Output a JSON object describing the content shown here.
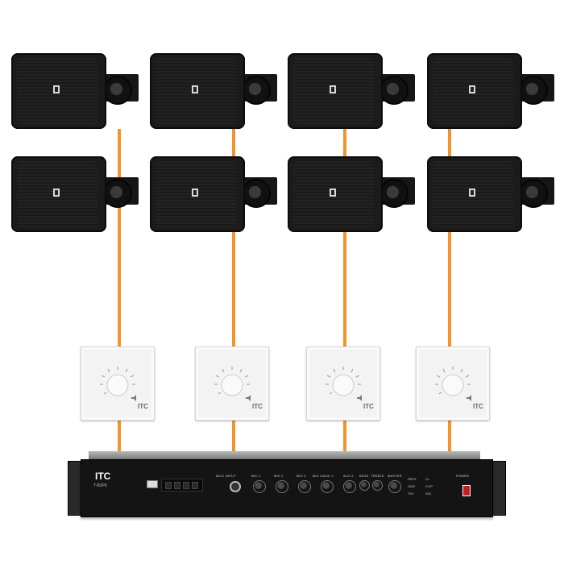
{
  "scene": {
    "background": "#ffffff",
    "wire_color": "#f5922a",
    "speaker_color": "#1b1b1b",
    "speakers_count": 8,
    "volume_controls_count": 4
  },
  "volume_control": {
    "brand": "ITC"
  },
  "amplifier": {
    "brand": "ITC",
    "model": "T-B2P6",
    "input_labels": [
      "MIC1 INPUT",
      "MIC 1",
      "MIC 2",
      "MIC 3",
      "MIC 4/AUX 1",
      "AUX 2",
      "BASS",
      "TREBLE",
      "MASTER"
    ],
    "indicators": [
      "PROT",
      "CL",
      "100V",
      "CLIP",
      "70V",
      "SIG"
    ],
    "power_label": "POWER"
  }
}
